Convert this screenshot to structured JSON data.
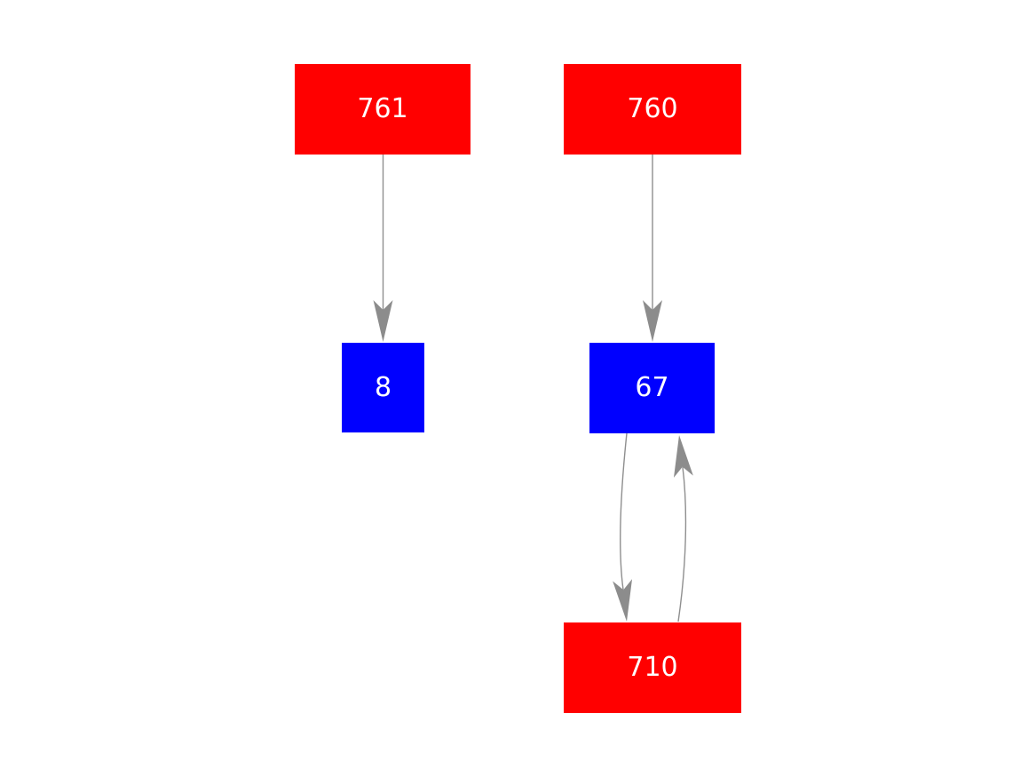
{
  "diagram": {
    "type": "directed-graph",
    "background_color": "#ffffff",
    "edge_color": "#8f8f8f",
    "node_text_color": "#ffffff",
    "node_colors": {
      "red": "#ff0000",
      "blue": "#0000ff"
    },
    "nodes": [
      {
        "id": "761",
        "label": "761",
        "color": "#ff0000"
      },
      {
        "id": "760",
        "label": "760",
        "color": "#ff0000"
      },
      {
        "id": "8",
        "label": "8",
        "color": "#0000ff"
      },
      {
        "id": "67",
        "label": "67",
        "color": "#0000ff"
      },
      {
        "id": "710",
        "label": "710",
        "color": "#ff0000"
      }
    ],
    "edges": [
      {
        "from": "761",
        "to": "8",
        "style": "straight"
      },
      {
        "from": "760",
        "to": "67",
        "style": "straight"
      },
      {
        "from": "67",
        "to": "710",
        "style": "curved"
      },
      {
        "from": "710",
        "to": "67",
        "style": "curved"
      }
    ]
  }
}
